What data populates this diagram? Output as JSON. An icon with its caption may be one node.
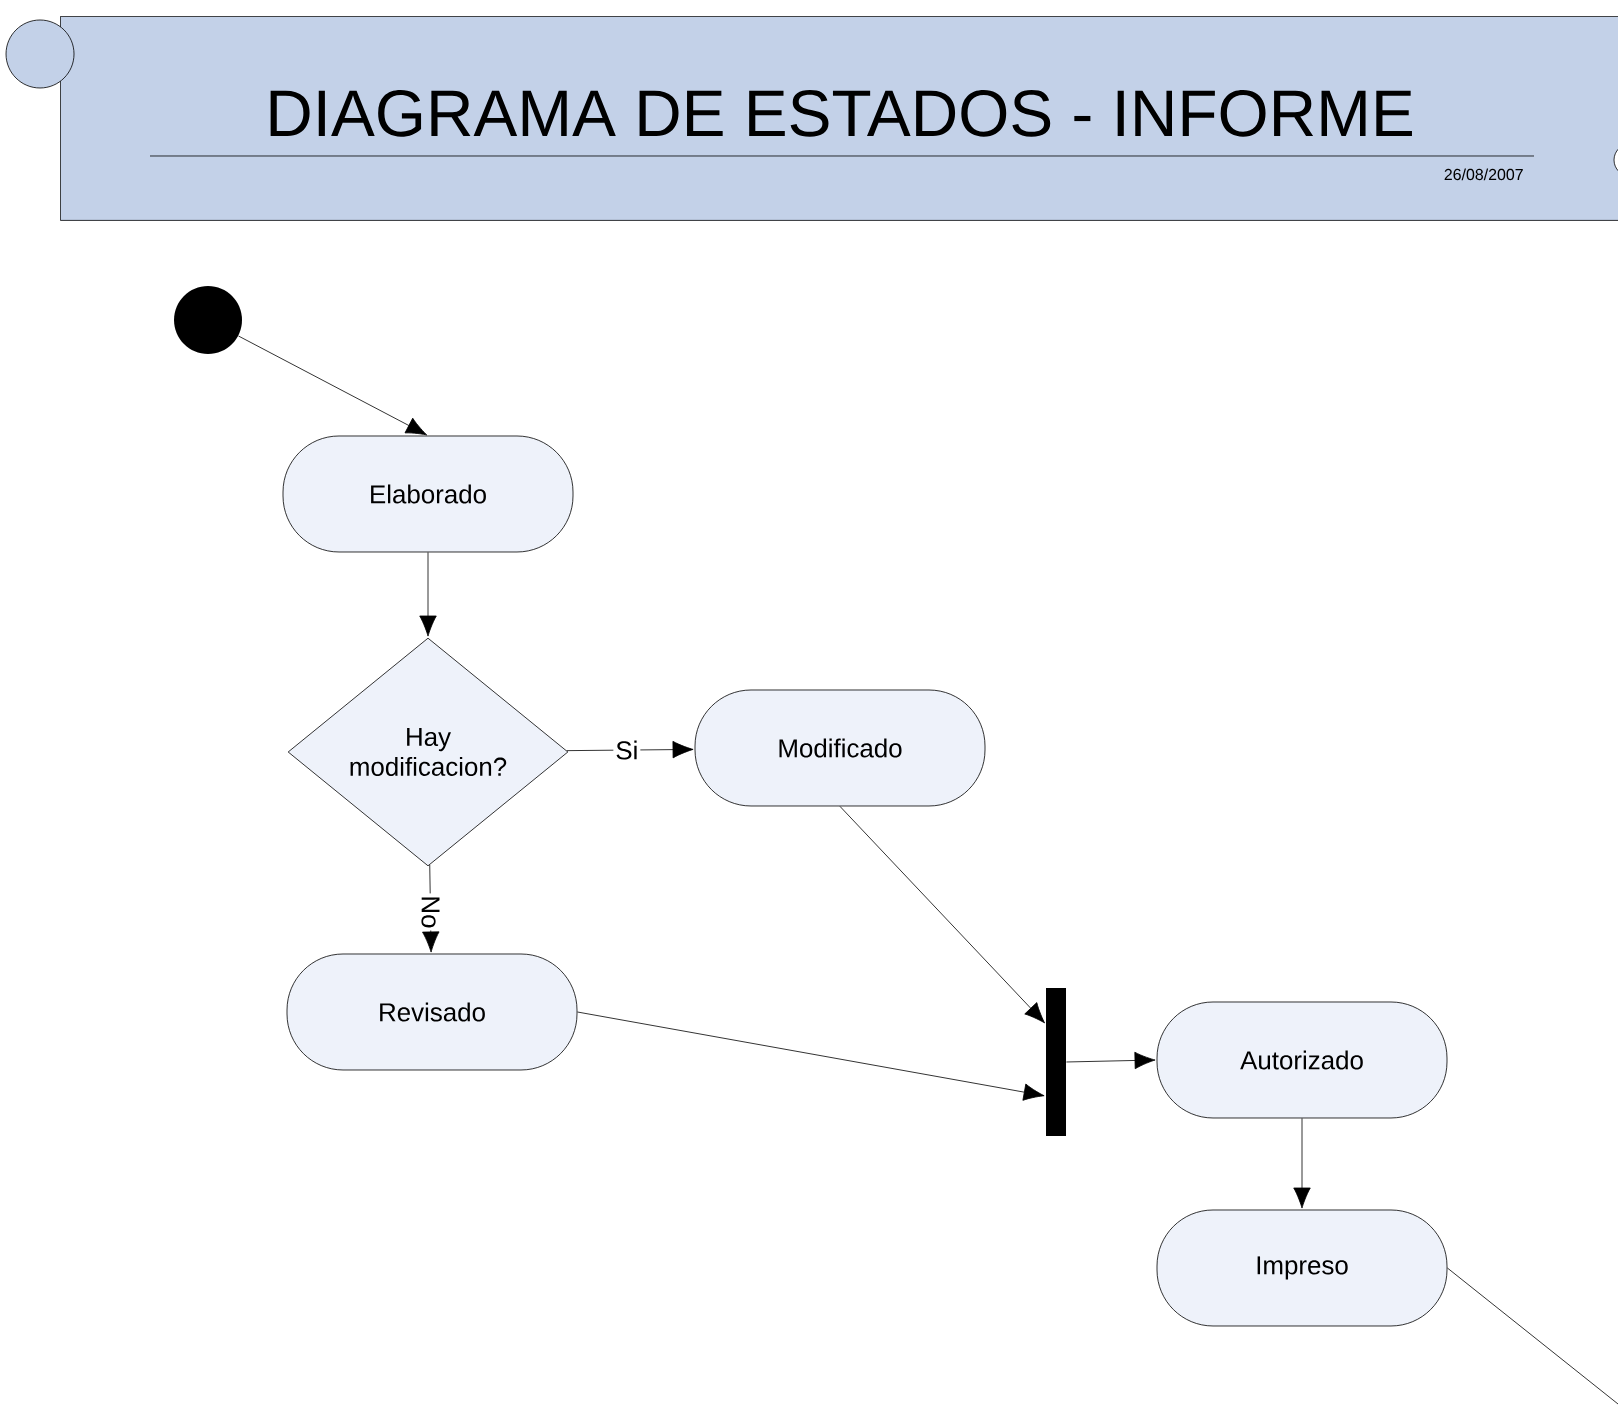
{
  "diagram": {
    "nodes": [
      {
        "text": [
          "DIAGRAMA DE ESTADOS - INFORME",
          "26/08/2007"
        ]
      },
      {
        "text": [],
        "shape": "circle"
      },
      {
        "text": [
          "Elaborado"
        ]
      },
      {
        "text": [
          "Hay modificacion?"
        ]
      },
      {
        "text": [
          "Modificado"
        ]
      },
      {
        "text": [
          "Revisado"
        ]
      },
      {
        "text": [],
        "shape": "bar"
      },
      {
        "text": [
          "Autorizado"
        ]
      },
      {
        "text": [
          "Impreso"
        ]
      }
    ],
    "edges": [
      {
        "from": 1,
        "to": 2,
        "arrow": "to"
      },
      {
        "from": 2,
        "to": 3,
        "arrow": "to"
      },
      {
        "from": 3,
        "to": 4,
        "arrow": "to",
        "label": "Si"
      },
      {
        "from": 3,
        "to": 5,
        "arrow": "to",
        "label": "No"
      },
      {
        "from": 4,
        "to": 6,
        "arrow": "to"
      },
      {
        "from": 5,
        "to": 6,
        "arrow": "to"
      },
      {
        "from": 6,
        "to": 7,
        "arrow": "to"
      },
      {
        "from": 7,
        "to": 8,
        "arrow": "to"
      },
      {
        "from": 8,
        "to": null,
        "arrow": "none"
      }
    ]
  }
}
